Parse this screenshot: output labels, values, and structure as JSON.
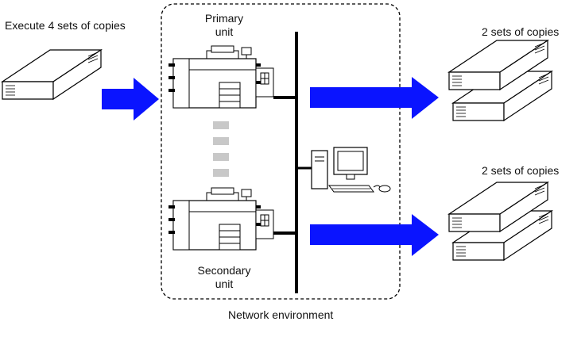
{
  "labels": {
    "source_job": "Execute 4 sets of copies",
    "primary_unit_line1": "Primary",
    "primary_unit_line2": "unit",
    "secondary_unit_line1": "Secondary",
    "secondary_unit_line2": "unit",
    "output_top": "2 sets of copies",
    "output_bottom": "2 sets of copies",
    "network": "Network environment"
  },
  "colors": {
    "arrow": "#0a14ff",
    "connector": "#c8c8c8",
    "line": "#000000",
    "paper_fill": "#ffffff"
  },
  "icons": {
    "source_stack": "paper-stack-icon",
    "primary": "multifunction-printer-icon",
    "secondary": "multifunction-printer-icon",
    "computer": "desktop-computer-icon",
    "outputs": "paper-stack-icon"
  }
}
